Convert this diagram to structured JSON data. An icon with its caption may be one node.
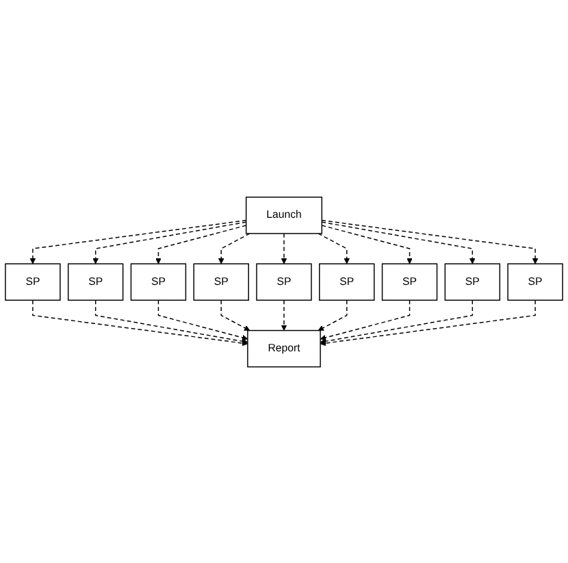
{
  "diagram": {
    "nodes": [
      {
        "text": [
          "Launch"
        ]
      },
      {
        "text": [
          "SP"
        ]
      },
      {
        "text": [
          "SP"
        ]
      },
      {
        "text": [
          "SP"
        ]
      },
      {
        "text": [
          "SP"
        ]
      },
      {
        "text": [
          "SP"
        ]
      },
      {
        "text": [
          "SP"
        ]
      },
      {
        "text": [
          "SP"
        ]
      },
      {
        "text": [
          "SP"
        ]
      },
      {
        "text": [
          "SP"
        ]
      },
      {
        "text": [
          "Report"
        ]
      }
    ],
    "edges": [
      {
        "from": 0,
        "to": 1,
        "arrow": "to",
        "style": "dashed"
      },
      {
        "from": 0,
        "to": 4,
        "arrow": "to",
        "style": "dashed"
      },
      {
        "from": 0,
        "to": 7,
        "arrow": "to",
        "style": "dashed"
      },
      {
        "from": 0,
        "to": 2,
        "arrow": "to",
        "style": "dashed"
      },
      {
        "from": 0,
        "to": 5,
        "arrow": "to",
        "style": "dashed"
      },
      {
        "from": 0,
        "to": 8,
        "arrow": "to",
        "style": "dashed"
      },
      {
        "from": 0,
        "to": 3,
        "arrow": "to",
        "style": "dashed"
      },
      {
        "from": 0,
        "to": 6,
        "arrow": "to",
        "style": "dashed"
      },
      {
        "from": 0,
        "to": 9,
        "arrow": "to",
        "style": "dashed"
      },
      {
        "from": 1,
        "to": 10,
        "arrow": "to",
        "style": "dashed"
      },
      {
        "from": 4,
        "to": 10,
        "arrow": "to",
        "style": "dashed"
      },
      {
        "from": 7,
        "to": 10,
        "arrow": "to",
        "style": "dashed"
      },
      {
        "from": 2,
        "to": 10,
        "arrow": "to",
        "style": "dashed"
      },
      {
        "from": 5,
        "to": 10,
        "arrow": "to",
        "style": "dashed"
      },
      {
        "from": 8,
        "to": 10,
        "arrow": "to",
        "style": "dashed"
      },
      {
        "from": 3,
        "to": 10,
        "arrow": "to",
        "style": "dashed"
      },
      {
        "from": 6,
        "to": 10,
        "arrow": "to",
        "style": "dashed"
      },
      {
        "from": 9,
        "to": 10,
        "arrow": "to",
        "style": "dashed"
      }
    ]
  }
}
